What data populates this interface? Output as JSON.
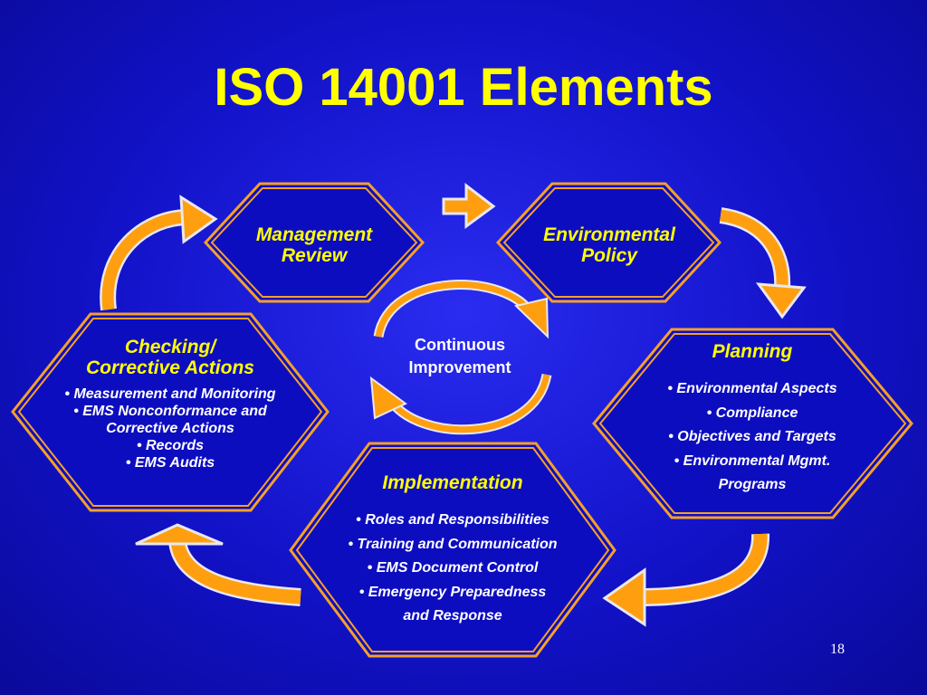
{
  "slide": {
    "title": "ISO 14001 Elements",
    "page_number": "18"
  },
  "center": {
    "line1": "Continuous",
    "line2": "Improvement"
  },
  "elements": {
    "management_review": {
      "title_line1": "Management",
      "title_line2": "Review"
    },
    "environmental_policy": {
      "title_line1": "Environmental",
      "title_line2": "Policy"
    },
    "planning": {
      "title": "Planning",
      "items": [
        "• Environmental Aspects",
        "• Compliance",
        "• Objectives and Targets",
        "• Environmental Mgmt.",
        "Programs"
      ]
    },
    "implementation": {
      "title": "Implementation",
      "items": [
        "• Roles and Responsibilities",
        "• Training and Communication",
        "• EMS Document Control",
        "• Emergency Preparedness",
        "and Response"
      ]
    },
    "checking": {
      "title_line1": "Checking/",
      "title_line2": "Corrective Actions",
      "items": [
        "• Measurement and Monitoring",
        "• EMS Nonconformance and",
        "Corrective Actions",
        "• Records",
        "• EMS Audits"
      ]
    }
  },
  "colors": {
    "background": "#1515d0",
    "title": "#ffff00",
    "hex_border": "#f5a02a",
    "arrow": "#ff9f0f",
    "text": "#ffffff"
  }
}
